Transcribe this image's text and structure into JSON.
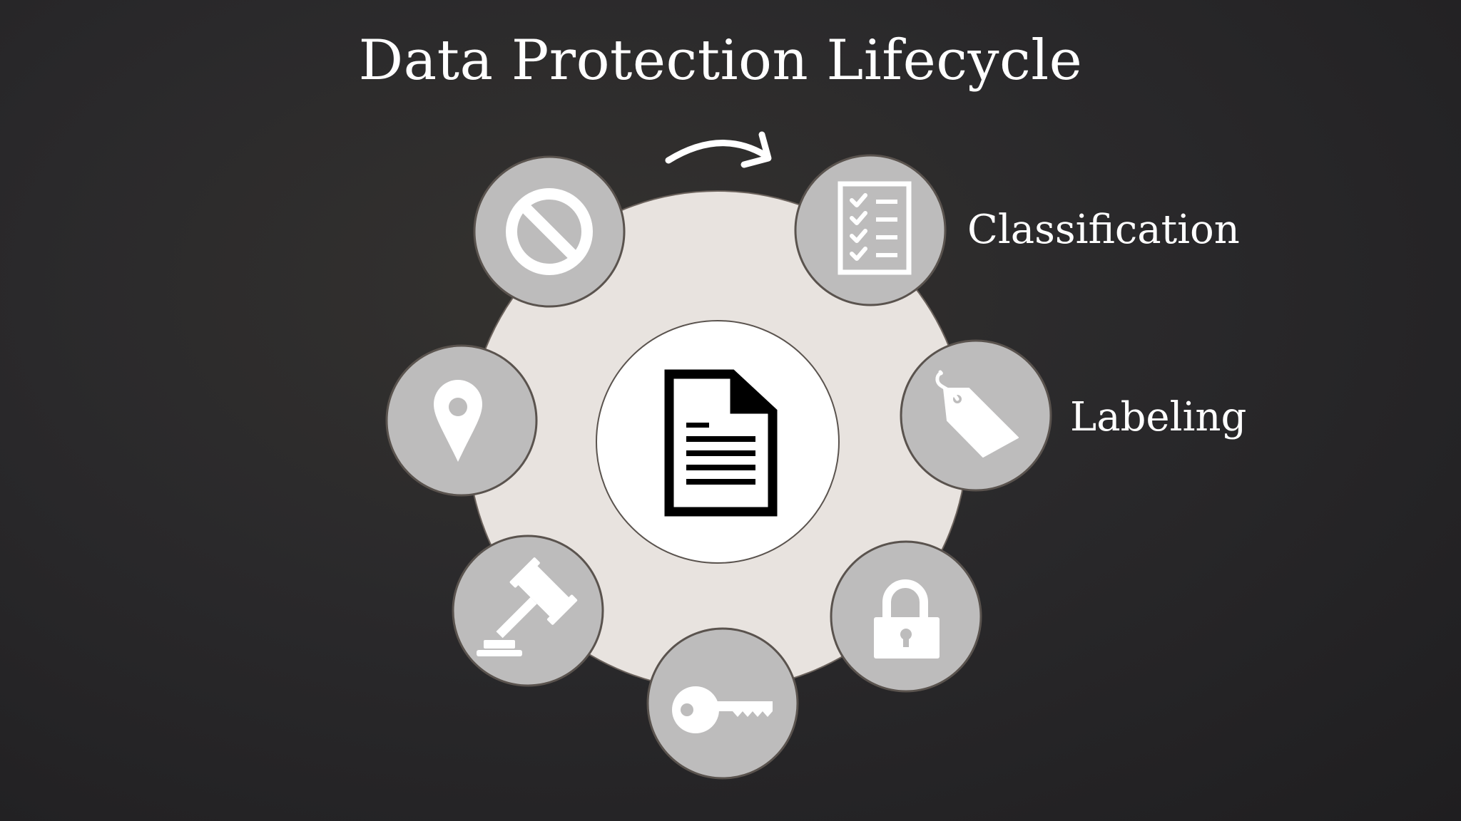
{
  "slide": {
    "title": "Data Protection Lifecycle"
  },
  "stages": [
    {
      "id": "classification",
      "label": "Classification",
      "icon": "checklist-icon"
    },
    {
      "id": "labeling",
      "label": "Labeling",
      "icon": "tag-icon"
    },
    {
      "id": "encryption",
      "icon": "padlock-icon"
    },
    {
      "id": "access",
      "icon": "key-icon"
    },
    {
      "id": "legal",
      "icon": "gavel-icon"
    },
    {
      "id": "location",
      "icon": "map-pin-icon"
    },
    {
      "id": "prevention",
      "icon": "prohibited-icon"
    }
  ],
  "center": {
    "icon": "document-icon"
  },
  "colors": {
    "background": "#2a292b",
    "ring": "#e8e3df",
    "node": "#bdbcbc",
    "node_border": "#5a534e",
    "icon": "#ffffff",
    "center_fill": "#ffffff",
    "document": "#000000"
  }
}
